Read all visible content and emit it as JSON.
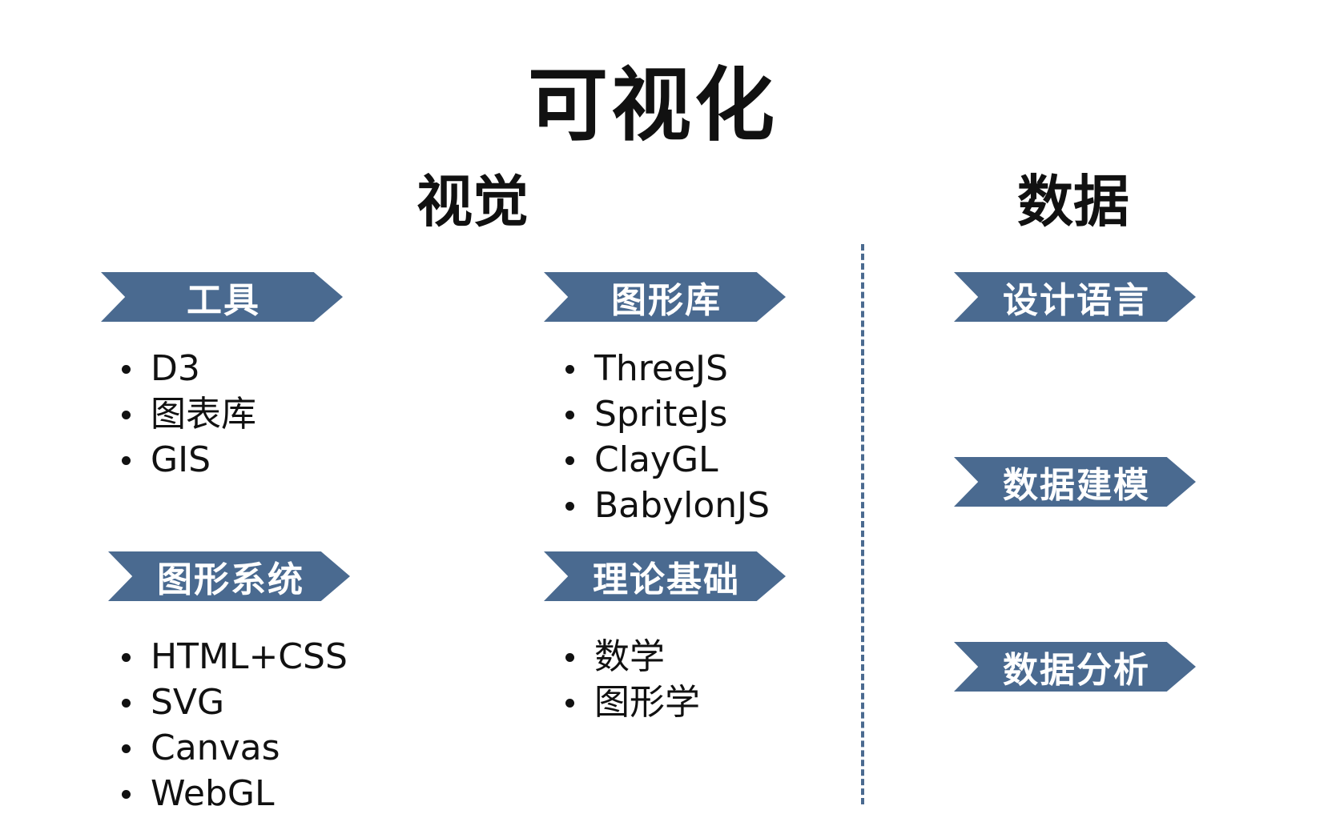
{
  "title": "可视化",
  "sections": {
    "visual": "视觉",
    "data": "数据"
  },
  "visual": {
    "tools": {
      "label": "工具",
      "items": [
        "D3",
        "图表库",
        "GIS"
      ]
    },
    "graphics_lib": {
      "label": "图形库",
      "items": [
        "ThreeJS",
        "SpriteJs",
        "ClayGL",
        "BabylonJS"
      ]
    },
    "graphics_sys": {
      "label": "图形系统",
      "items": [
        "HTML+CSS",
        "SVG",
        "Canvas",
        "WebGL"
      ]
    },
    "theory": {
      "label": "理论基础",
      "items": [
        "数学",
        "图形学"
      ]
    }
  },
  "data": {
    "design_language": "设计语言",
    "modeling": "数据建模",
    "analysis": "数据分析"
  },
  "colors": {
    "chevron": "#4a6a90",
    "chevron_text": "#ffffff",
    "text": "#111111"
  }
}
